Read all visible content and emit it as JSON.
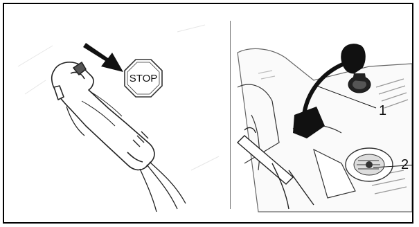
{
  "left_panel": {
    "stop_sign_text": "STOP"
  },
  "right_panel": {
    "callouts": [
      "1",
      "2"
    ]
  }
}
